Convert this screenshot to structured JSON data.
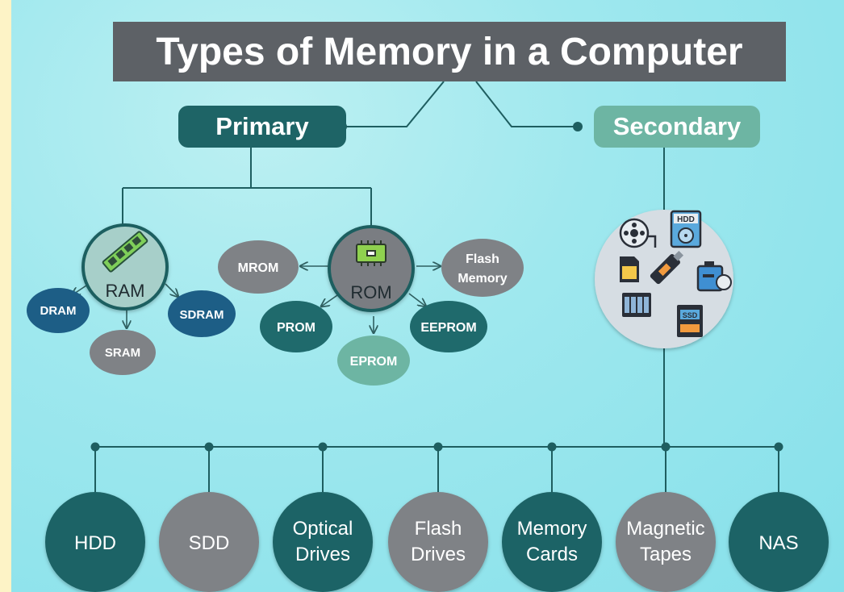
{
  "title": "Types of Memory in a Computer",
  "primary": {
    "label": "Primary",
    "ram": {
      "label": "RAM",
      "types": [
        "DRAM",
        "SRAM",
        "SDRAM"
      ]
    },
    "rom": {
      "label": "ROM",
      "types": [
        "MROM",
        "PROM",
        "EPROM",
        "EEPROM",
        "Flash Memory"
      ]
    }
  },
  "secondary": {
    "label": "Secondary",
    "icon_cluster": [
      "film-reel-icon",
      "hdd-icon",
      "sd-card-icon",
      "usb-drive-icon",
      "external-drive-icon",
      "nas-icon",
      "ssd-icon"
    ],
    "hdd_icon_label": "HDD",
    "ssd_icon_label": "SSD",
    "devices": [
      {
        "label": "HDD",
        "lines": [
          "HDD"
        ]
      },
      {
        "label": "SDD",
        "lines": [
          "SDD"
        ]
      },
      {
        "label": "Optical Drives",
        "lines": [
          "Optical",
          "Drives"
        ]
      },
      {
        "label": "Flash Drives",
        "lines": [
          "Flash",
          "Drives"
        ]
      },
      {
        "label": "Memory Cards",
        "lines": [
          "Memory",
          "Cards"
        ]
      },
      {
        "label": "Magnetic Tapes",
        "lines": [
          "Magnetic",
          "Tapes"
        ]
      },
      {
        "label": "NAS",
        "lines": [
          "NAS"
        ]
      }
    ]
  },
  "colors": {
    "dark_teal": "#1e6466",
    "mid_teal": "#1f6a6c",
    "grey": "#7f8286",
    "light_green": "#6db5a3",
    "navy": "#1d5e86",
    "title_bg": "#5d6166",
    "line": "#1e5e60"
  }
}
